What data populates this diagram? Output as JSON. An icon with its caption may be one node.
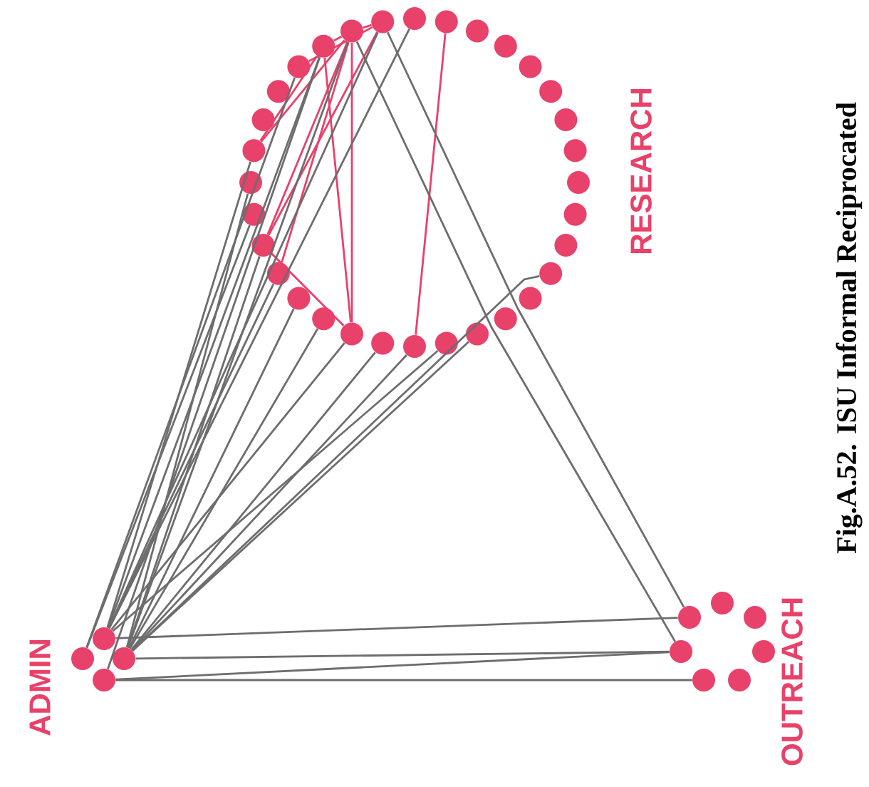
{
  "diagram": {
    "caption": "Fig.A.52. ISU Informal Reciprocated",
    "nodes": [
      {
        "text": [],
        "shape": "circle"
      },
      {
        "text": [],
        "shape": "circle"
      },
      {
        "text": [],
        "shape": "circle"
      },
      {
        "text": [],
        "shape": "circle"
      },
      {
        "text": [],
        "shape": "circle"
      },
      {
        "text": [],
        "shape": "circle"
      },
      {
        "text": [],
        "shape": "circle"
      },
      {
        "text": [],
        "shape": "circle"
      },
      {
        "text": [],
        "shape": "circle"
      },
      {
        "text": [],
        "shape": "circle"
      },
      {
        "text": [],
        "shape": "circle"
      },
      {
        "text": [],
        "shape": "circle"
      },
      {
        "text": [],
        "shape": "circle"
      },
      {
        "text": [],
        "shape": "circle"
      },
      {
        "text": [],
        "shape": "circle"
      },
      {
        "text": [],
        "shape": "circle"
      },
      {
        "text": [],
        "shape": "circle"
      },
      {
        "text": [],
        "shape": "circle"
      },
      {
        "text": [],
        "shape": "circle"
      },
      {
        "text": [],
        "shape": "circle"
      },
      {
        "text": [],
        "shape": "circle"
      },
      {
        "text": [],
        "shape": "circle"
      },
      {
        "text": [],
        "shape": "circle"
      },
      {
        "text": [],
        "shape": "circle"
      },
      {
        "text": [],
        "shape": "circle"
      },
      {
        "text": [],
        "shape": "circle"
      },
      {
        "text": [],
        "shape": "circle"
      },
      {
        "text": [],
        "shape": "circle"
      },
      {
        "text": [],
        "shape": "circle"
      },
      {
        "text": [],
        "shape": "circle"
      },
      {
        "text": [],
        "shape": "circle"
      },
      {
        "text": [],
        "shape": "circle"
      },
      {
        "text": [],
        "shape": "circle"
      },
      {
        "text": [],
        "shape": "circle"
      },
      {
        "text": [],
        "shape": "circle"
      },
      {
        "text": [],
        "shape": "circle"
      },
      {
        "text": [],
        "shape": "circle"
      },
      {
        "text": [],
        "shape": "circle"
      },
      {
        "text": [],
        "shape": "circle"
      },
      {
        "text": [],
        "shape": "circle"
      },
      {
        "text": [],
        "shape": "circle"
      },
      {
        "text": [],
        "shape": "circle"
      },
      {
        "text": [],
        "shape": "circle"
      }
    ],
    "edges": [
      {
        "from": 30,
        "to": 18,
        "arrow": "none",
        "color": "#e8416a"
      },
      {
        "from": 29,
        "to": 18,
        "arrow": "none",
        "color": "#e8416a"
      },
      {
        "from": 22,
        "to": 18,
        "arrow": "none",
        "color": "#e8416a"
      },
      {
        "from": 30,
        "to": 31,
        "arrow": "none",
        "color": "#e8416a"
      },
      {
        "from": 29,
        "to": 30,
        "arrow": "none",
        "color": "#e8416a"
      },
      {
        "from": 28,
        "to": 31,
        "arrow": "none",
        "color": "#e8416a"
      },
      {
        "from": 30,
        "to": 25,
        "arrow": "none",
        "color": "#e8416a"
      },
      {
        "from": 29,
        "to": 25,
        "arrow": "none",
        "color": "#e8416a"
      },
      {
        "from": 30,
        "to": 22,
        "arrow": "none",
        "color": "#e8416a"
      },
      {
        "from": 30,
        "to": 21,
        "arrow": "none",
        "color": "#e8416a"
      },
      {
        "from": 31,
        "to": 22,
        "arrow": "none",
        "color": "#e8416a"
      },
      {
        "from": 1,
        "to": 16,
        "arrow": "none",
        "color": "#e8416a"
      },
      {
        "from": 32,
        "to": 0,
        "arrow": "none"
      },
      {
        "from": 32,
        "to": 31,
        "arrow": "none"
      },
      {
        "from": 32,
        "to": 29,
        "arrow": "none"
      },
      {
        "from": 33,
        "to": 28,
        "arrow": "none"
      },
      {
        "from": 34,
        "to": 30,
        "arrow": "none"
      },
      {
        "from": 35,
        "to": 29,
        "arrow": "none"
      },
      {
        "from": 32,
        "to": 25,
        "arrow": "none"
      },
      {
        "from": 34,
        "to": 24,
        "arrow": "none"
      },
      {
        "from": 33,
        "to": 23,
        "arrow": "none"
      },
      {
        "from": 34,
        "to": 22,
        "arrow": "none"
      },
      {
        "from": 32,
        "to": 21,
        "arrow": "none"
      },
      {
        "from": 34,
        "to": 20,
        "arrow": "none"
      },
      {
        "from": 34,
        "to": 19,
        "arrow": "none"
      },
      {
        "from": 32,
        "to": 18,
        "arrow": "none"
      },
      {
        "from": 34,
        "to": 17,
        "arrow": "none"
      },
      {
        "from": 34,
        "to": 16,
        "arrow": "none"
      },
      {
        "from": 32,
        "to": 15,
        "arrow": "none"
      },
      {
        "from": 34,
        "to": 14,
        "arrow": "none"
      },
      {
        "from": 34,
        "to": 11,
        "arrow": "none"
      },
      {
        "from": 30,
        "to": 39,
        "arrow": "none"
      },
      {
        "from": 31,
        "to": 37,
        "arrow": "none"
      },
      {
        "from": 32,
        "to": 37,
        "arrow": "none"
      },
      {
        "from": 34,
        "to": 39,
        "arrow": "none"
      },
      {
        "from": 35,
        "to": 41,
        "arrow": "none"
      },
      {
        "from": 35,
        "to": 39,
        "arrow": "none"
      }
    ],
    "labels": [
      "RESEARCH",
      "ADMIN",
      "OUTREACH"
    ]
  }
}
